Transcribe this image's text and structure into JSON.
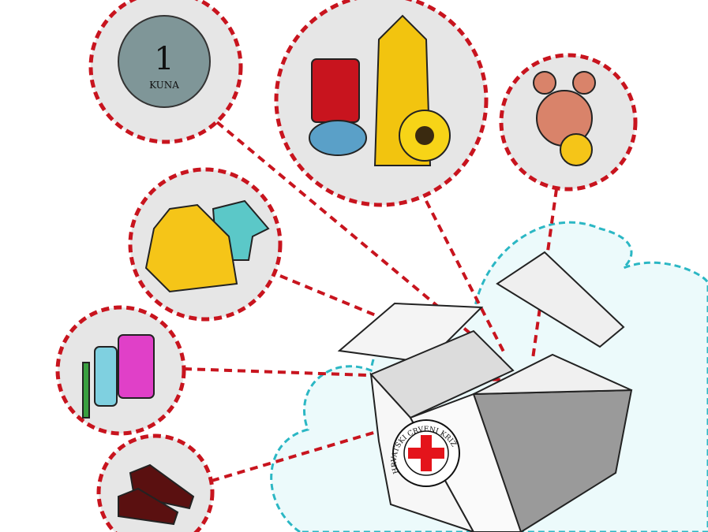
{
  "coin": {
    "value": "1",
    "currency": "KUNA"
  },
  "box_logo": {
    "text": "HRVATSKI CRVENI KRIŽ"
  },
  "colors": {
    "dash_red": "#c8141e",
    "cloud": "#2bb7c4",
    "cross": "#e4141b"
  }
}
